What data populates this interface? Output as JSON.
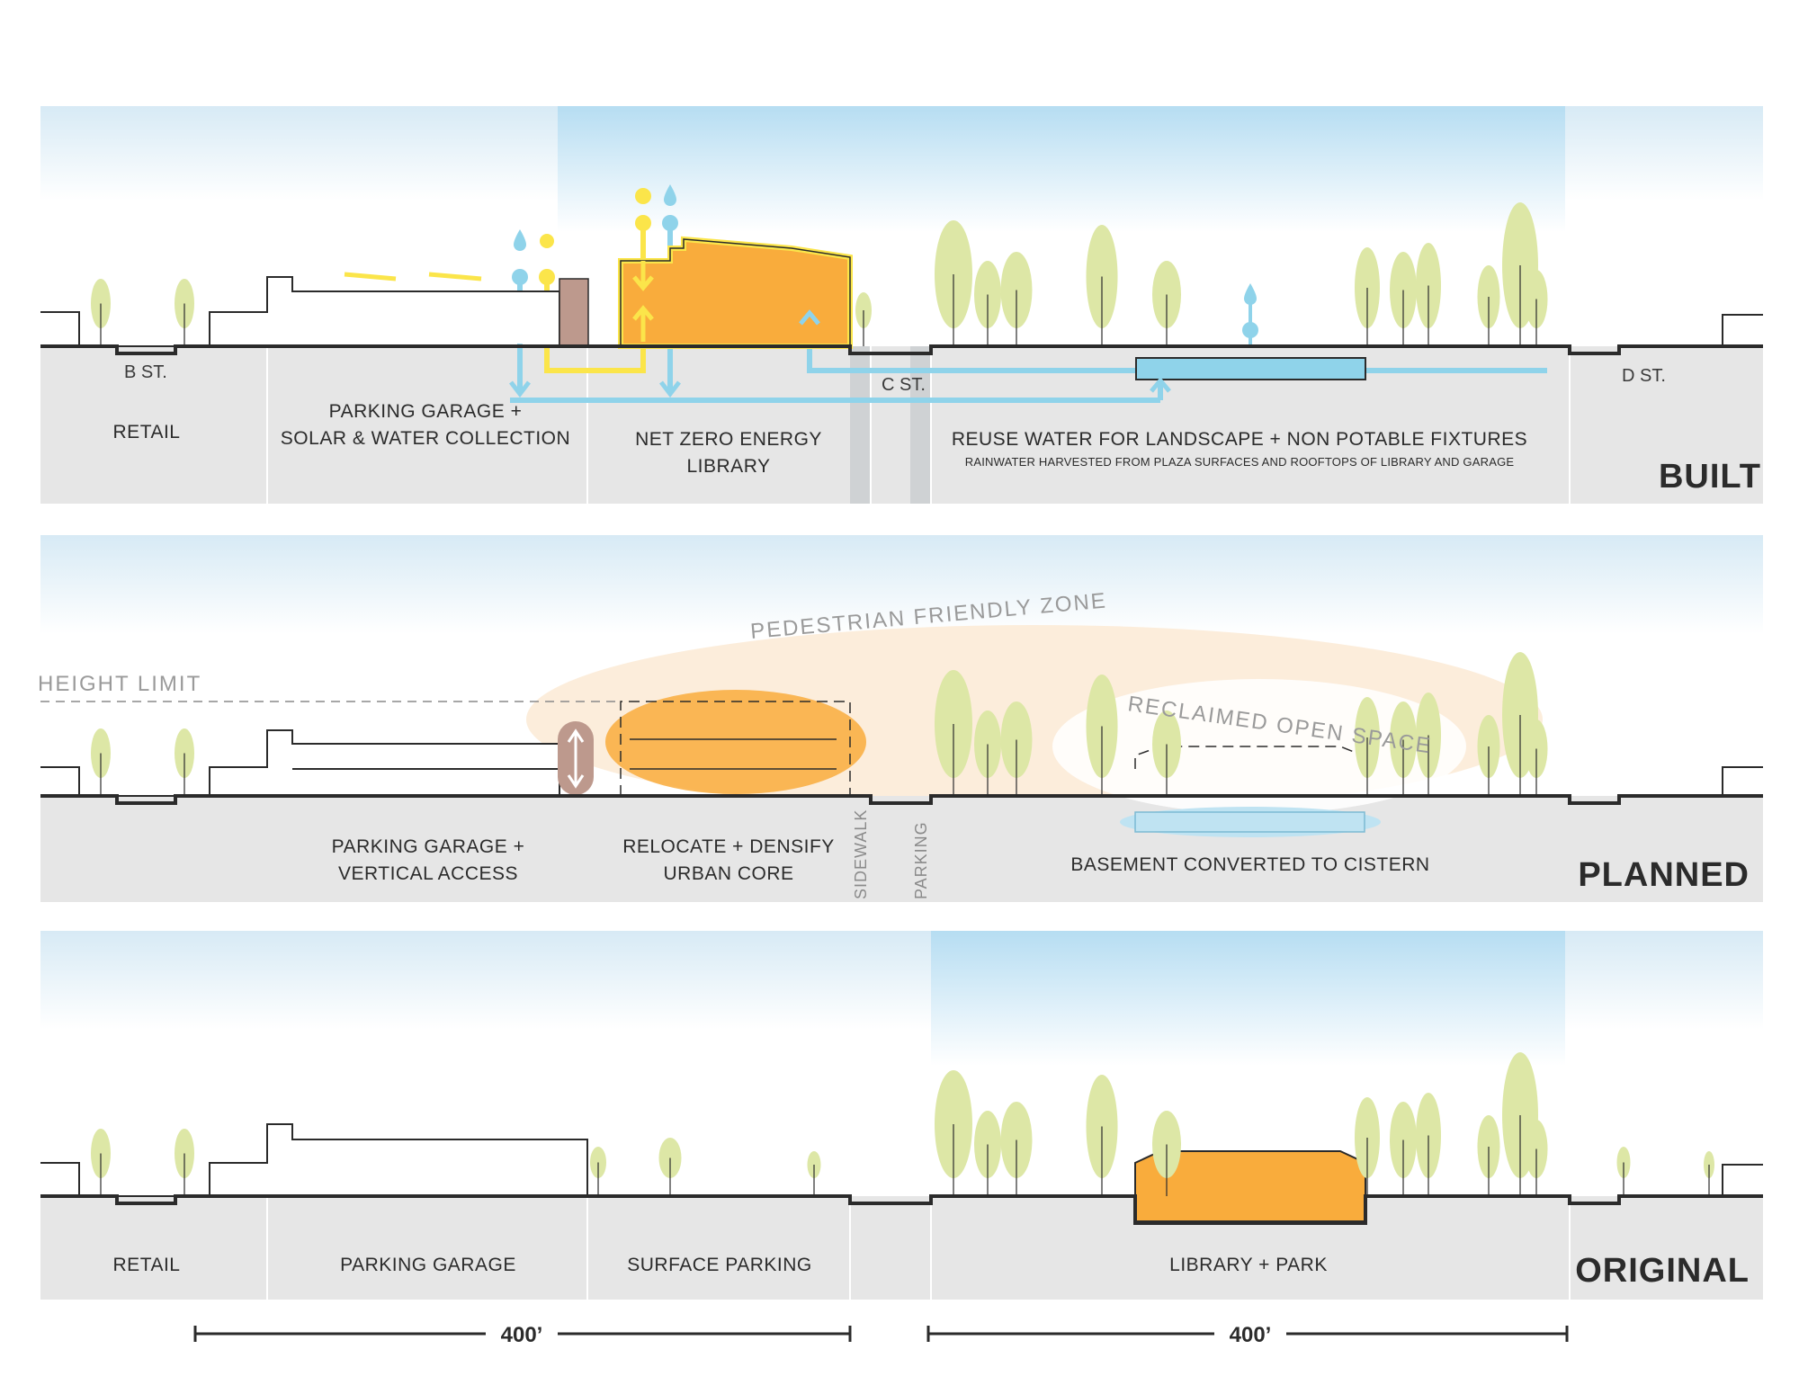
{
  "built": {
    "label": "BUILT",
    "streets": {
      "b": "B ST.",
      "c": "C ST.",
      "d": "D ST."
    },
    "zones": {
      "retail": "RETAIL",
      "garage_line1": "PARKING GARAGE +",
      "garage_line2": "SOLAR & WATER COLLECTION",
      "library_line1": "NET ZERO ENERGY",
      "library_line2": "LIBRARY",
      "reuse_line1": "REUSE WATER FOR LANDSCAPE + NON POTABLE FIXTURES",
      "reuse_line2": "RAINWATER HARVESTED FROM PLAZA SURFACES AND ROOFTOPS OF LIBRARY AND GARAGE"
    }
  },
  "planned": {
    "label": "PLANNED",
    "height_limit": "HEIGHT LIMIT",
    "pedestrian_zone": "PEDESTRIAN FRIENDLY ZONE",
    "reclaimed": "RECLAIMED OPEN SPACE",
    "sidewalk": "SIDEWALK",
    "parking": "PARKING",
    "zones": {
      "garage_line1": "PARKING GARAGE +",
      "garage_line2": "VERTICAL ACCESS",
      "core_line1": "RELOCATE + DENSIFY",
      "core_line2": "URBAN CORE",
      "cistern": "BASEMENT CONVERTED TO CISTERN"
    }
  },
  "original": {
    "label": "ORIGINAL",
    "zones": {
      "retail": "RETAIL",
      "garage": "PARKING GARAGE",
      "surface": "SURFACE PARKING",
      "library": "LIBRARY + PARK"
    }
  },
  "scale": {
    "left": "400’",
    "right": "400’"
  },
  "colors": {
    "orange": "#f9ac3c",
    "yellow": "#fbe54a",
    "water": "#8fd3ea",
    "tree": "#dde7a6",
    "ground": "#e6e6e6",
    "ink": "#2b2b2b"
  }
}
